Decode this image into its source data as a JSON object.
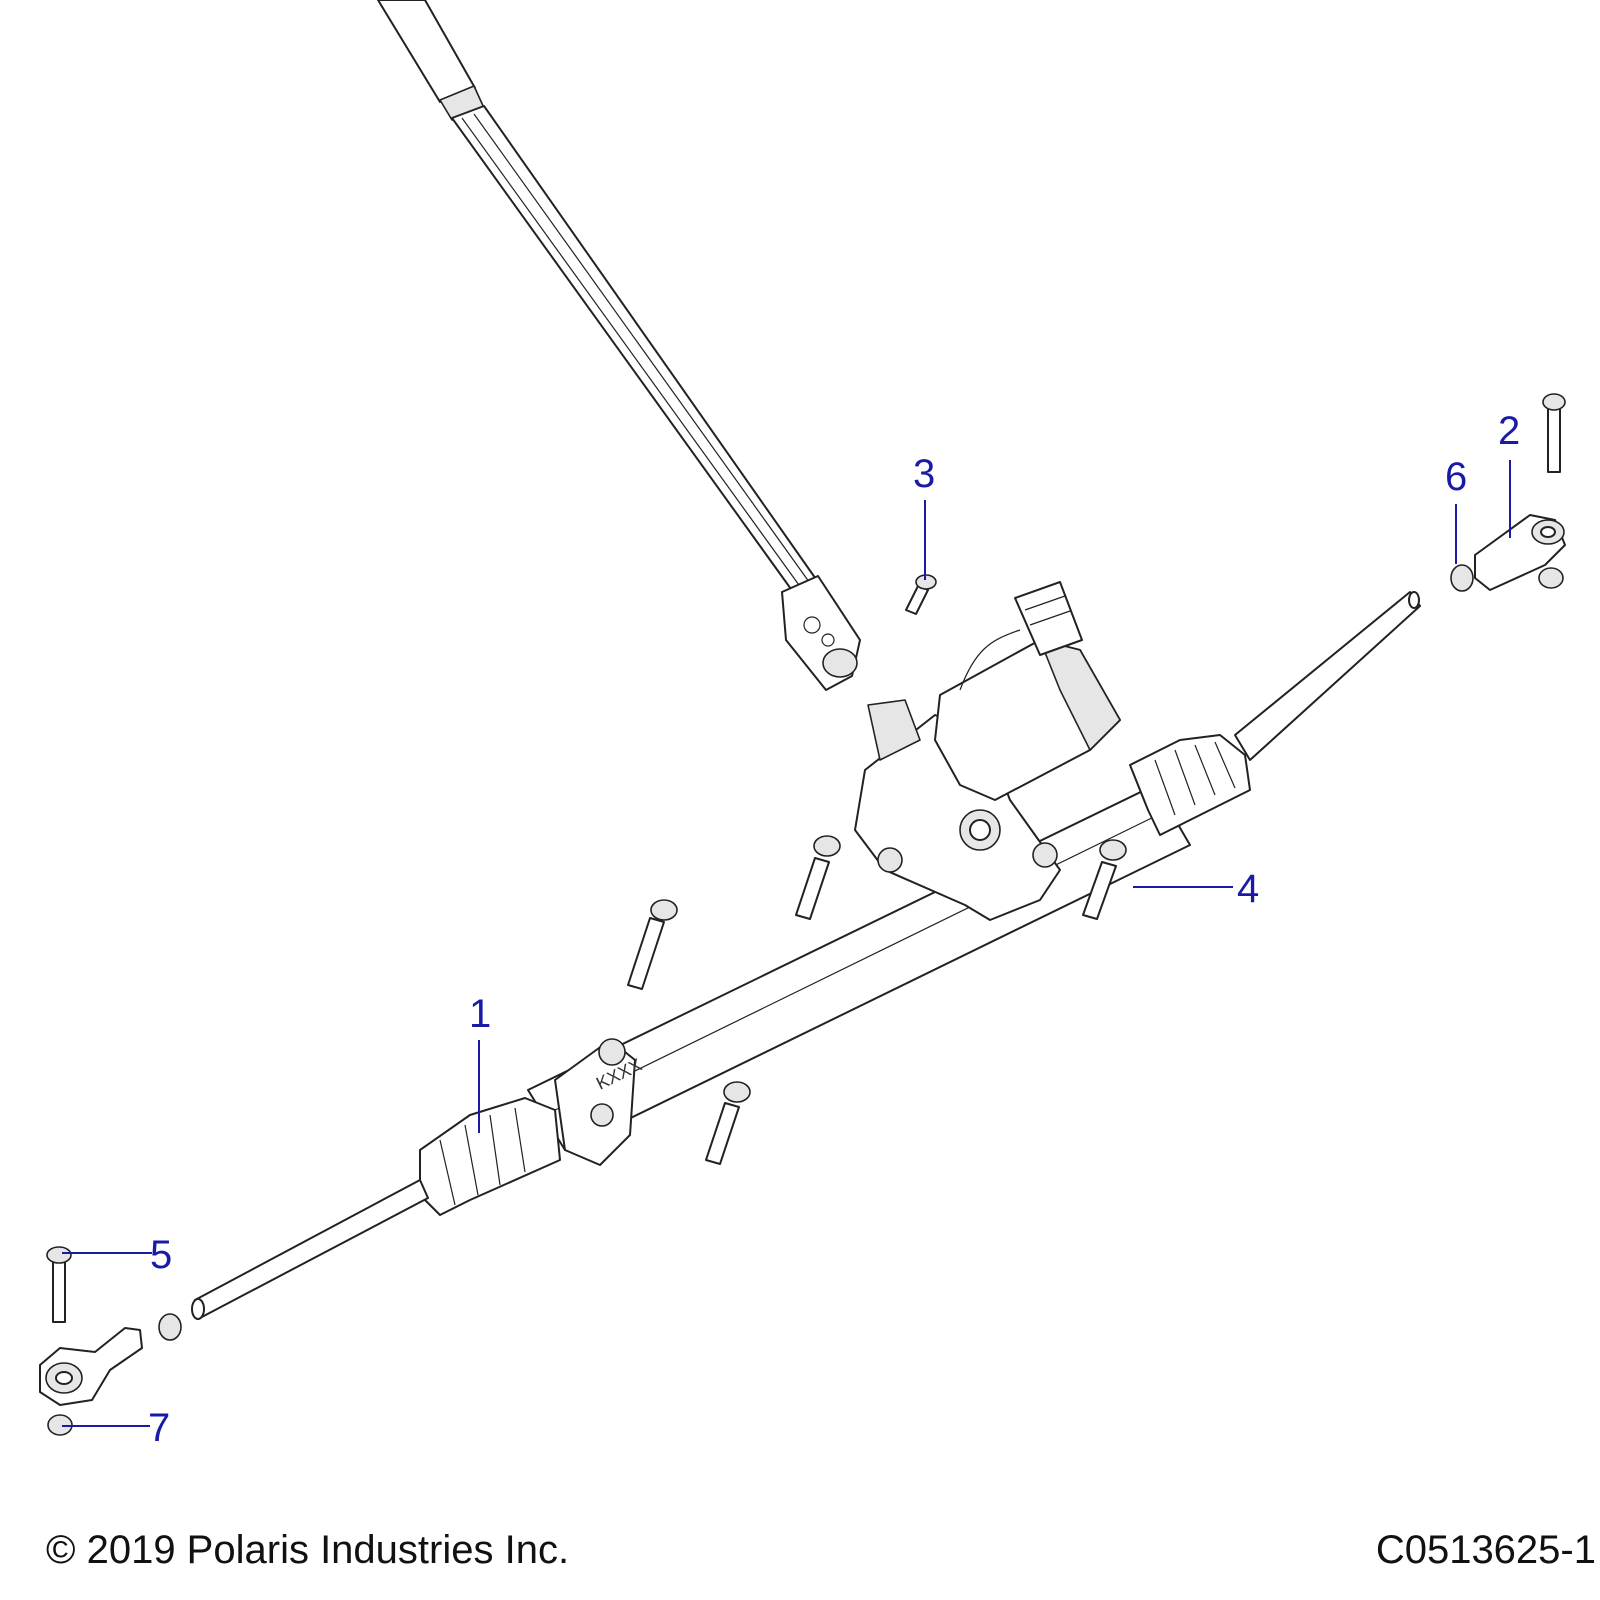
{
  "diagram": {
    "callouts": [
      "1",
      "2",
      "3",
      "4",
      "5",
      "6",
      "7"
    ]
  },
  "footer": {
    "copyright": "© 2019 Polaris Industries Inc.",
    "figure_code": "C0513625-1"
  }
}
